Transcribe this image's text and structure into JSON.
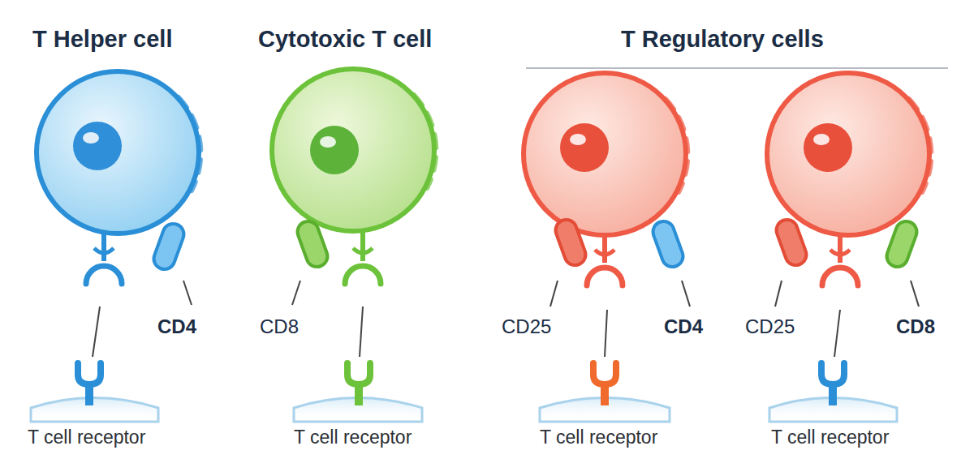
{
  "diagram": {
    "labels": [
      "T Helper cell",
      "Cytotoxic T cell",
      "T Regulatory cells",
      "CD4",
      "CD8",
      "CD25",
      "CD4",
      "CD25",
      "CD8",
      "T cell receptor",
      "T cell receptor",
      "T cell receptor",
      "T cell receptor"
    ]
  }
}
